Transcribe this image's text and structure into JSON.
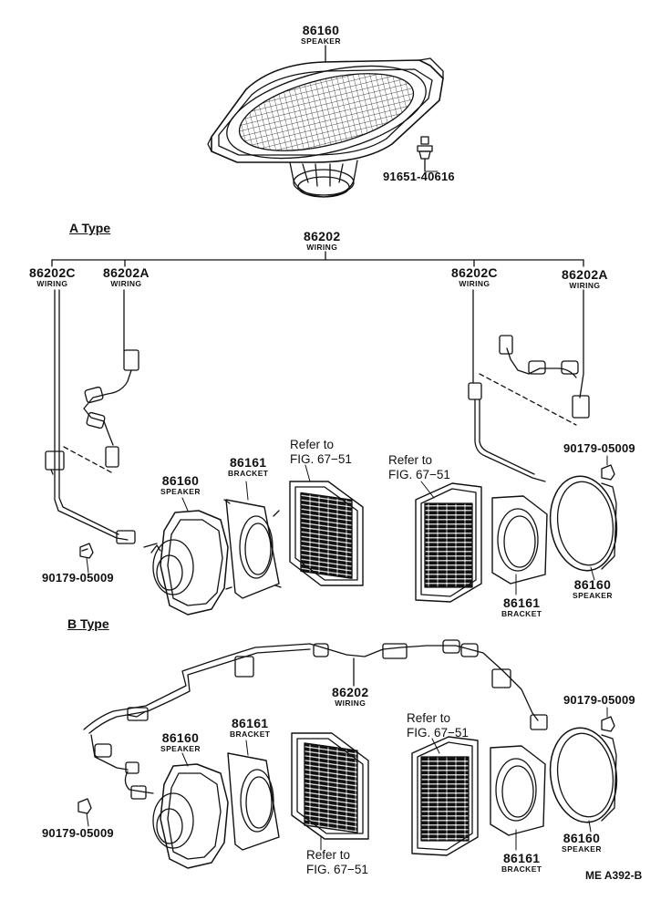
{
  "parts": {
    "speaker_top": {
      "number": "86160",
      "name": "SPEAKER"
    },
    "screw_top": {
      "number": "91651-40616"
    },
    "wiring_main_a": {
      "number": "86202",
      "name": "WIRING"
    },
    "wiring_c_left": {
      "number": "86202C",
      "name": "WIRING"
    },
    "wiring_a_left": {
      "number": "86202A",
      "name": "WIRING"
    },
    "wiring_c_right": {
      "number": "86202C",
      "name": "WIRING"
    },
    "wiring_a_right": {
      "number": "86202A",
      "name": "WIRING"
    },
    "clip_a_right": {
      "number": "90179-05009"
    },
    "clip_a_left": {
      "number": "90179-05009"
    },
    "speaker_a_left": {
      "number": "86160",
      "name": "SPEAKER"
    },
    "bracket_a_left": {
      "number": "86161",
      "name": "BRACKET"
    },
    "speaker_a_right": {
      "number": "86160",
      "name": "SPEAKER"
    },
    "bracket_a_right": {
      "number": "86161",
      "name": "BRACKET"
    },
    "wiring_main_b": {
      "number": "86202",
      "name": "WIRING"
    },
    "clip_b_right": {
      "number": "90179-05009"
    },
    "clip_b_left": {
      "number": "90179-05009"
    },
    "speaker_b_left": {
      "number": "86160",
      "name": "SPEAKER"
    },
    "bracket_b_left": {
      "number": "86161",
      "name": "BRACKET"
    },
    "speaker_b_right": {
      "number": "86160",
      "name": "SPEAKER"
    },
    "bracket_b_right": {
      "number": "86161",
      "name": "BRACKET"
    }
  },
  "refs": {
    "a_left": {
      "line1": "Refer to",
      "line2": "FIG. 67−51"
    },
    "a_right": {
      "line1": "Refer to",
      "line2": "FIG. 67−51"
    },
    "b_left": {
      "line1": "Refer to",
      "line2": "FIG. 67−51"
    },
    "b_right": {
      "line1": "Refer to",
      "line2": "FIG. 67−51"
    }
  },
  "sections": {
    "a": "A Type",
    "b": "B Type"
  },
  "diagram_code": "ME A392-B"
}
